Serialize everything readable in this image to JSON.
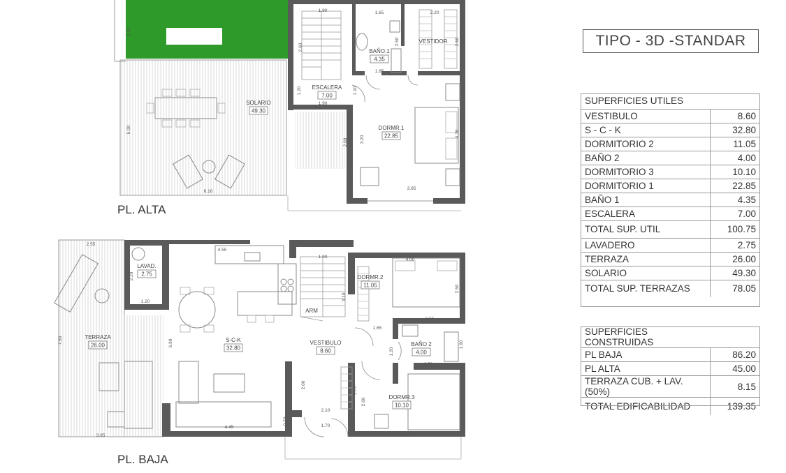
{
  "title": "TIPO - 3D -STANDAR",
  "floor_labels": {
    "upper": "PL. ALTA",
    "lower": "PL. BAJA"
  },
  "tables": {
    "utiles": {
      "header": "SUPERFICIES UTILES",
      "rows": [
        {
          "label": "VESTIBULO",
          "value": "8.60"
        },
        {
          "label": "S - C - K",
          "value": "32.80"
        },
        {
          "label": "DORMITORIO 2",
          "value": "11.05"
        },
        {
          "label": "BAÑO 2",
          "value": "4.00"
        },
        {
          "label": "DORMITORIO 3",
          "value": "10.10"
        },
        {
          "label": "DORMITORIO 1",
          "value": "22.85"
        },
        {
          "label": "BAÑO 1",
          "value": "4.35"
        },
        {
          "label": "ESCALERA",
          "value": "7.00"
        }
      ],
      "total_util": {
        "label": "TOTAL SUP. UTIL",
        "value": "100.75"
      },
      "terrace_rows": [
        {
          "label": "LAVADERO",
          "value": "2.75"
        },
        {
          "label": "TERRAZA",
          "value": "26.00"
        },
        {
          "label": "SOLARIO",
          "value": "49.30"
        }
      ],
      "total_terrazas": {
        "label": "TOTAL SUP. TERRAZAS",
        "value": "78.05"
      }
    },
    "construidas": {
      "header": "SUPERFICIES CONSTRUIDAS",
      "rows": [
        {
          "label": "PL BAJA",
          "value": "86.20"
        },
        {
          "label": "PL ALTA",
          "value": "45.00"
        },
        {
          "label": "TERRAZA CUB. + LAV. (50%)",
          "value": "8.15"
        }
      ],
      "total": {
        "label": "TOTAL EDIFICABILIDAD",
        "value": "139.35"
      }
    }
  },
  "rooms_upper": [
    {
      "name": "SOLARIO",
      "area": "49.30"
    },
    {
      "name": "ESCALERA",
      "area": "7.00"
    },
    {
      "name": "BAÑO.1",
      "area": "4.35"
    },
    {
      "name": "VESTIDOR",
      "area": ""
    },
    {
      "name": "DORMR.1",
      "area": "22.85"
    }
  ],
  "rooms_lower": [
    {
      "name": "LAVAD.",
      "area": "2.75"
    },
    {
      "name": "TERRAZA",
      "area": "26.00"
    },
    {
      "name": "S-C-K",
      "area": "32.80"
    },
    {
      "name": "ARM",
      "area": ""
    },
    {
      "name": "VESTIBULO",
      "area": "8.60"
    },
    {
      "name": "DORMR.2",
      "area": "11.05"
    },
    {
      "name": "BAÑO 2",
      "area": "4.00"
    },
    {
      "name": "DORMR.3",
      "area": "10.10"
    }
  ],
  "dimensions_upper": [
    "1.90",
    "1.65",
    "2.20",
    "2.15",
    "2.60",
    "2.50",
    "2.50",
    "1.85",
    "1.20",
    "1.10",
    "1.90",
    "5.00",
    "2.00",
    "3.20",
    "4.30",
    "6.10",
    "3.95"
  ],
  "dimensions_lower": [
    "2.55",
    "4.55",
    "2.20",
    "1.20",
    "7.50",
    "6.90",
    "1.90",
    "4.00",
    "3.10",
    "2.50",
    "1.65",
    "2.55",
    "1.20",
    "1.60",
    "2.50",
    "2.00",
    "1.70",
    "2.60",
    "2.10",
    "1.70",
    "0.70",
    "4.45",
    "3.95",
    "3.90"
  ],
  "colors": {
    "wall": "#5a5a5a",
    "grass": "#2e9a2a",
    "line": "#888888",
    "text": "#333333"
  }
}
